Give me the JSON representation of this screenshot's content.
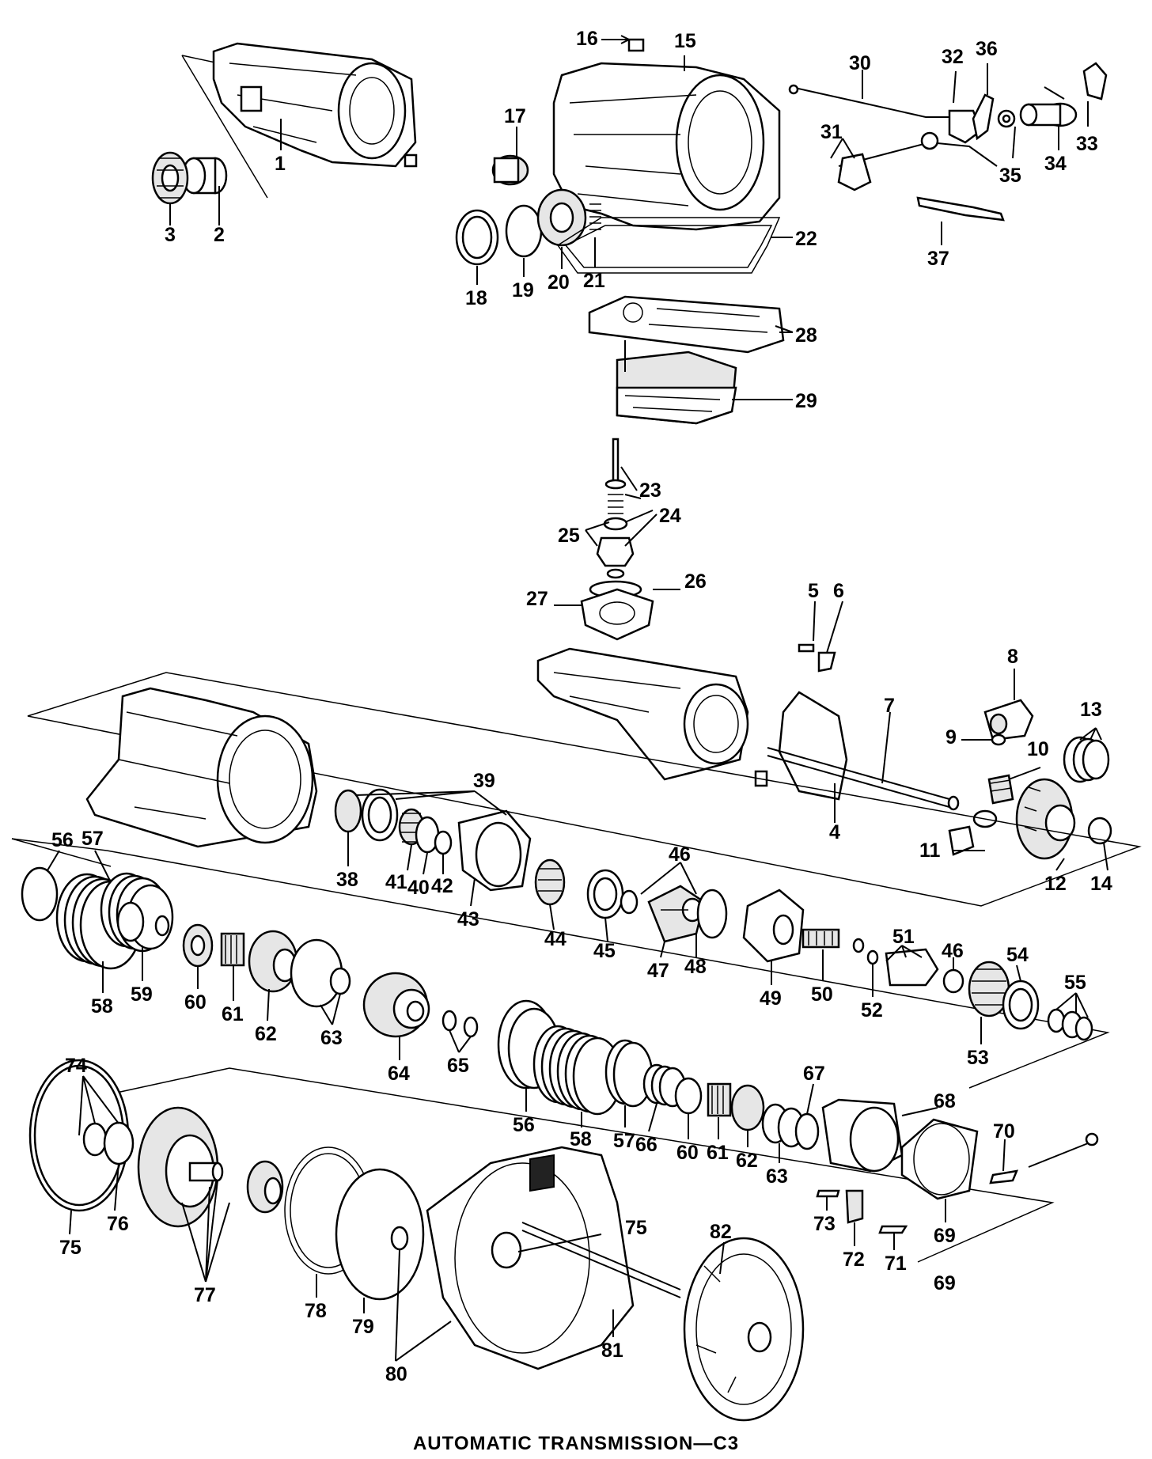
{
  "caption": "AUTOMATIC TRANSMISSION—C3",
  "callouts": [
    "1",
    "2",
    "3",
    "4",
    "5",
    "6",
    "7",
    "8",
    "9",
    "10",
    "11",
    "12",
    "13",
    "14",
    "15",
    "16",
    "17",
    "18",
    "19",
    "20",
    "21",
    "22",
    "23",
    "24",
    "25",
    "26",
    "27",
    "28",
    "29",
    "30",
    "31",
    "32",
    "33",
    "34",
    "35",
    "36",
    "37",
    "38",
    "39",
    "40",
    "41",
    "42",
    "43",
    "44",
    "45",
    "46",
    "47",
    "48",
    "49",
    "50",
    "51",
    "52",
    "53",
    "54",
    "55",
    "56",
    "57",
    "58",
    "59",
    "60",
    "61",
    "62",
    "63",
    "64",
    "65",
    "66",
    "67",
    "68",
    "69",
    "70",
    "71",
    "72",
    "73",
    "74",
    "75",
    "76",
    "77",
    "78",
    "79",
    "80",
    "81",
    "82"
  ],
  "repeat_labels": {
    "l46b": "46",
    "l56b": "56",
    "l57b": "57",
    "l58b": "58",
    "l60b": "60",
    "l61b": "61",
    "l62b": "62",
    "l63b": "63",
    "l69b": "69",
    "l75b": "75"
  }
}
